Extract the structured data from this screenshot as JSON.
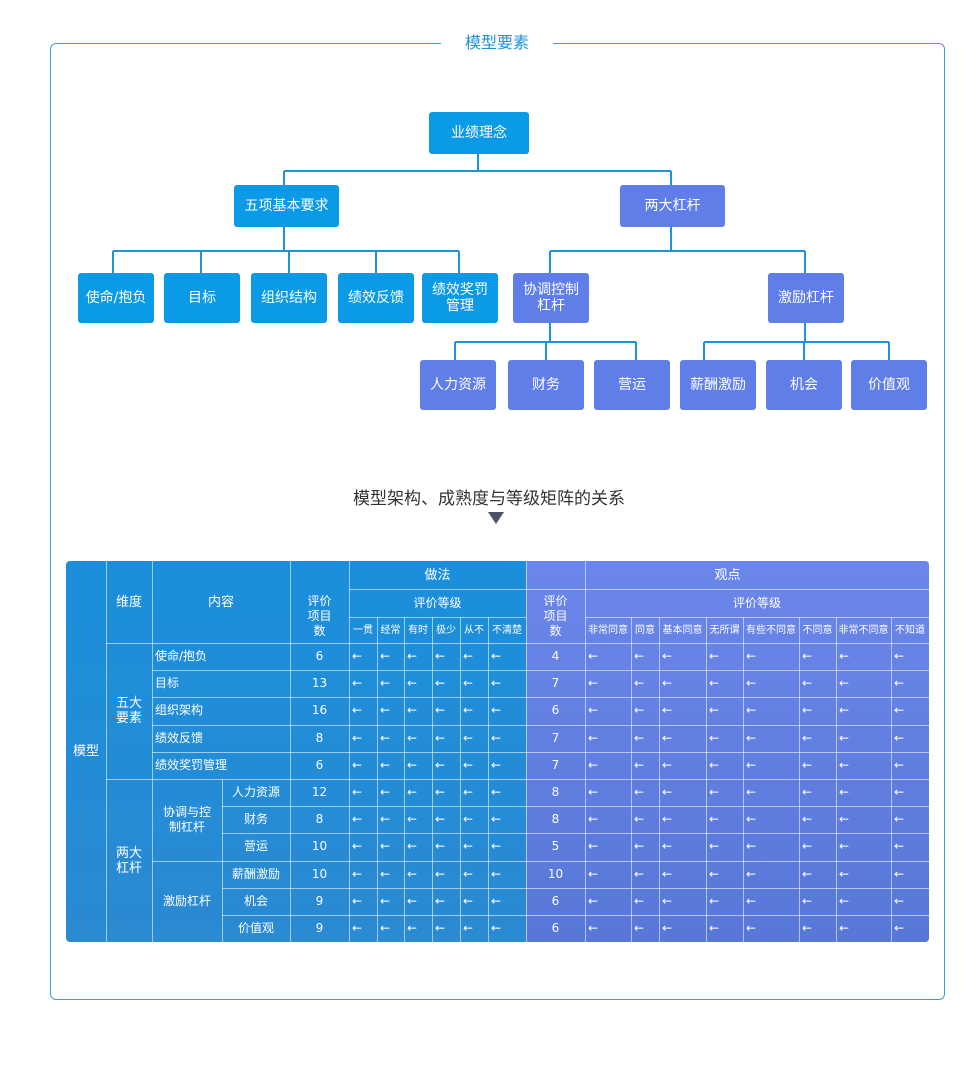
{
  "diagram": {
    "frame_title": "模型要素",
    "root": "业绩理念",
    "left_branch": "五项基本要求",
    "right_branch": "两大杠杆",
    "five_requirements": [
      "使命/抱负",
      "目标",
      "组织结构",
      "绩效反馈",
      "绩效奖罚管理"
    ],
    "levers": [
      "协调控制杠杆",
      "激励杠杆"
    ],
    "control_items": [
      "人力资源",
      "财务",
      "营运"
    ],
    "incentive_items": [
      "薪酬激励",
      "机会",
      "价值观"
    ],
    "subtitle": "模型架构、成熟度与等级矩阵的关系"
  },
  "table": {
    "model_label": "模型",
    "header": {
      "dimension": "维度",
      "content": "内容",
      "practice": "做法",
      "view": "观点",
      "eval_count": "评价项目数",
      "eval_level": "评价等级",
      "practice_levels": [
        "一贯",
        "经常",
        "有时",
        "极少",
        "从不",
        "不清楚"
      ],
      "view_levels": [
        "非常同意",
        "同意",
        "基本同意",
        "无所谓",
        "有些不同意",
        "不同意",
        "非常不同意",
        "不知道"
      ]
    },
    "dim1": "五大要素",
    "dim2": "两大杠杆",
    "sub1": "协调与控制杠杆",
    "sub2": "激励杠杆",
    "arrow": "←",
    "rows": [
      {
        "content": "使命/抱负",
        "practice_count": "6",
        "view_count": "4"
      },
      {
        "content": "目标",
        "practice_count": "13",
        "view_count": "7"
      },
      {
        "content": "组织架构",
        "practice_count": "16",
        "view_count": "6"
      },
      {
        "content": "绩效反馈",
        "practice_count": "8",
        "view_count": "7"
      },
      {
        "content": "绩效奖罚管理",
        "practice_count": "6",
        "view_count": "7"
      },
      {
        "content": "人力资源",
        "practice_count": "12",
        "view_count": "8"
      },
      {
        "content": "财务",
        "practice_count": "8",
        "view_count": "8"
      },
      {
        "content": "营运",
        "practice_count": "10",
        "view_count": "5"
      },
      {
        "content": "薪酬激励",
        "practice_count": "10",
        "view_count": "10"
      },
      {
        "content": "机会",
        "practice_count": "9",
        "view_count": "6"
      },
      {
        "content": "价值观",
        "practice_count": "9",
        "view_count": "6"
      }
    ],
    "colors": {
      "blue": "#0b9ae6",
      "purple": "#5f7ee8"
    }
  }
}
